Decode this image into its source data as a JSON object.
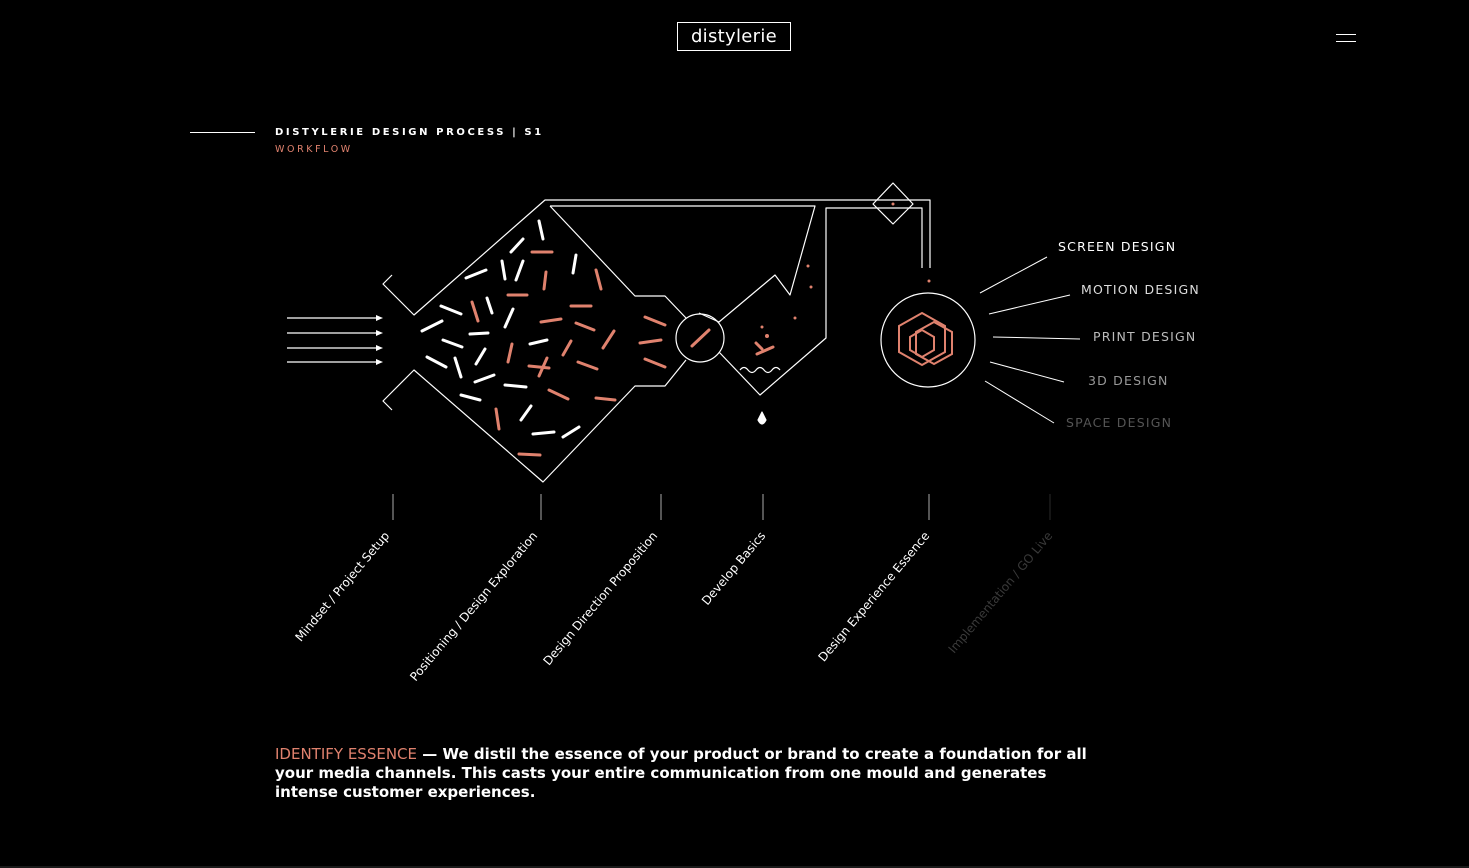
{
  "header": {
    "logo_text": "distylerie",
    "menu_icon": "hamburger-icon"
  },
  "section": {
    "title": "DISTYLERIE DESIGN PROCESS | S1",
    "subtitle": "WORKFLOW"
  },
  "outputs": [
    {
      "label": "SCREEN DESIGN"
    },
    {
      "label": "MOTION DESIGN"
    },
    {
      "label": "PRINT DESIGN"
    },
    {
      "label": "3D DESIGN"
    },
    {
      "label": "SPACE DESIGN"
    }
  ],
  "steps": [
    {
      "label": "Mindset / Project Setup"
    },
    {
      "label": "Positioning / Design Exploration"
    },
    {
      "label": "Design Direction Proposition"
    },
    {
      "label": "Develop Basics"
    },
    {
      "label": "Design Experience Essence"
    },
    {
      "label": "Implementation / GO Live"
    }
  ],
  "intro": {
    "highlight": "IDENTIFY ESSENCE",
    "text": " — We distil the essence of your product or brand to create a foundation for all your media channels. This casts your entire communication from one mould and generates intense customer experiences."
  },
  "colors": {
    "background": "#000000",
    "accent": "#e0826e",
    "foreground": "#ffffff"
  }
}
